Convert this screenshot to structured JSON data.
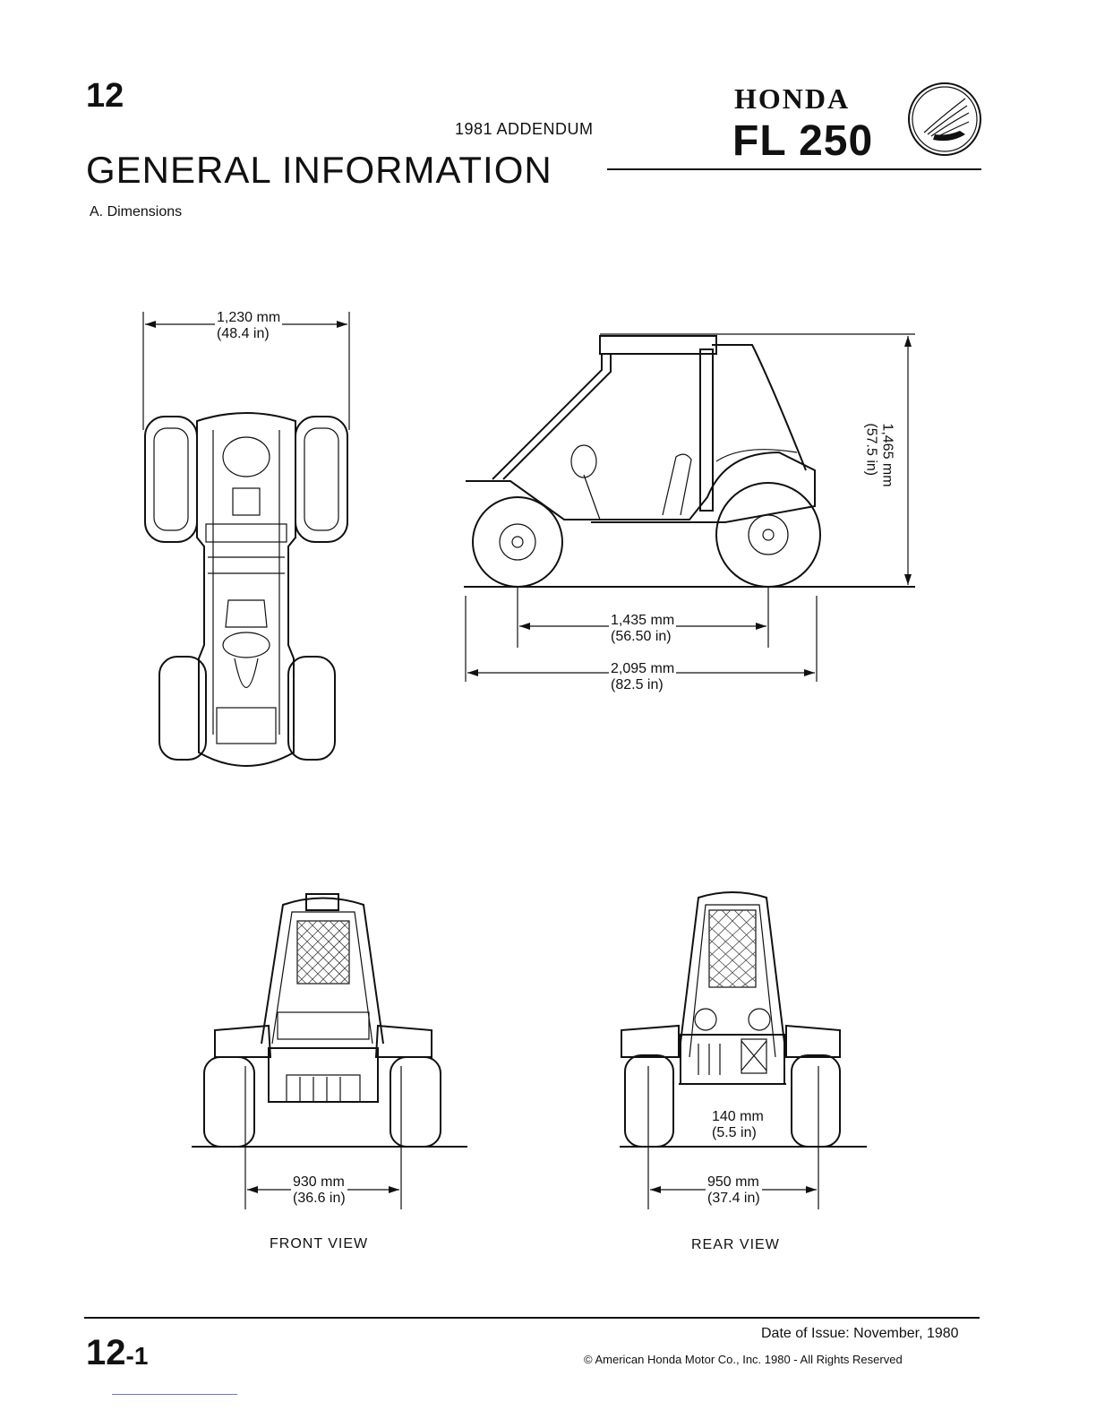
{
  "header": {
    "section_number": "12",
    "addendum": "1981 ADDENDUM",
    "title": "GENERAL INFORMATION",
    "brand": "HONDA",
    "model": "FL 250",
    "subheading": "A. Dimensions"
  },
  "dimensions": {
    "overall_width": {
      "mm": "1,230 mm",
      "in": "(48.4 in)"
    },
    "overall_height": {
      "mm": "1,465 mm",
      "in": "(57.5 in)"
    },
    "wheelbase": {
      "mm": "1,435 mm",
      "in": "(56.50 in)"
    },
    "overall_length": {
      "mm": "2,095 mm",
      "in": "(82.5 in)"
    },
    "front_track": {
      "mm": "930 mm",
      "in": "(36.6 in)"
    },
    "ground_clearance": {
      "mm": "140 mm",
      "in": "(5.5 in)"
    },
    "rear_track": {
      "mm": "950 mm",
      "in": "(37.4 in)"
    }
  },
  "views": {
    "front": "FRONT VIEW",
    "rear": "REAR VIEW"
  },
  "footer": {
    "page_number": "12",
    "page_sub": "-1",
    "date_of_issue": "Date of Issue: November, 1980",
    "copyright": "© American Honda Motor Co., Inc. 1980 - All Rights Reserved"
  }
}
